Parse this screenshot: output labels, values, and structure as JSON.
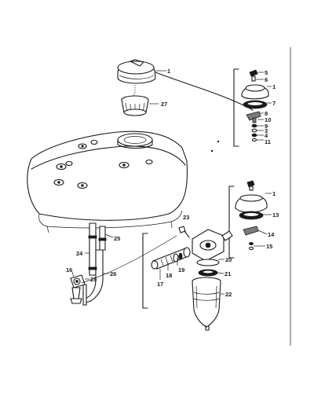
{
  "callouts": {
    "c1a": "1",
    "c27": "27",
    "c5": "5",
    "c6": "6",
    "c1b": "1",
    "c7": "7",
    "c8": "8",
    "c10": "10",
    "c9": "9",
    "c3": "3",
    "c4": "4",
    "c11": "11",
    "c1c": "1",
    "c13": "13",
    "c14": "14",
    "c15": "15",
    "c23": "23",
    "c25a": "25",
    "c24": "24",
    "c20": "20",
    "c16": "16",
    "c19": "19",
    "c18": "18",
    "c25b": "25",
    "c26": "26",
    "c21": "21",
    "c17": "17",
    "c22": "22"
  },
  "colors": {
    "ink": "#1a1a1a",
    "paper": "#ffffff",
    "shade": "#7a7a7a"
  }
}
